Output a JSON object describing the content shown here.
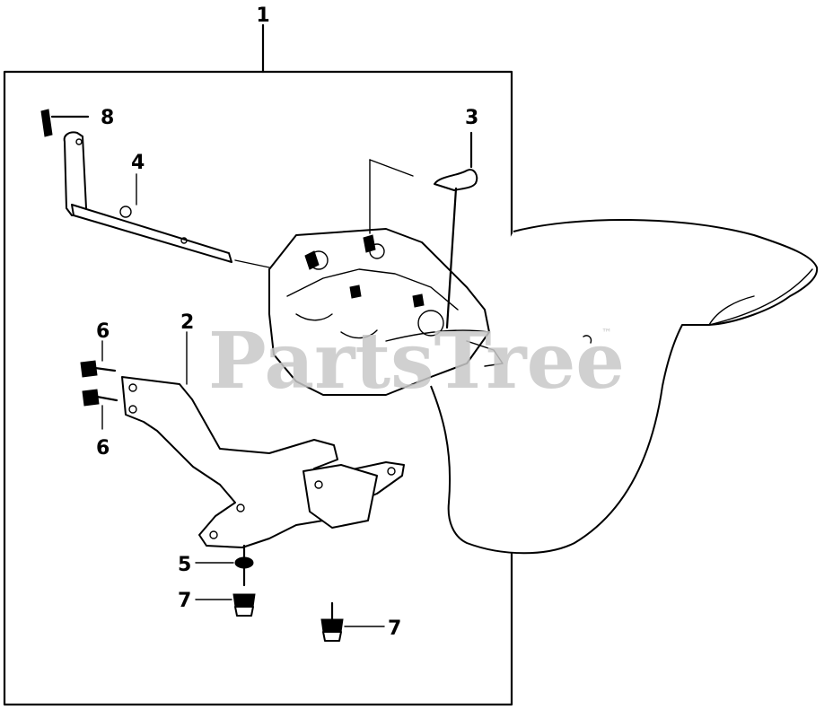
{
  "callouts": {
    "c1": "1",
    "c2": "2",
    "c3": "3",
    "c4": "4",
    "c5": "5",
    "c6a": "6",
    "c6b": "6",
    "c7a": "7",
    "c7b": "7",
    "c8": "8"
  },
  "watermark": {
    "text": "PartsTree",
    "trademark": "™"
  }
}
